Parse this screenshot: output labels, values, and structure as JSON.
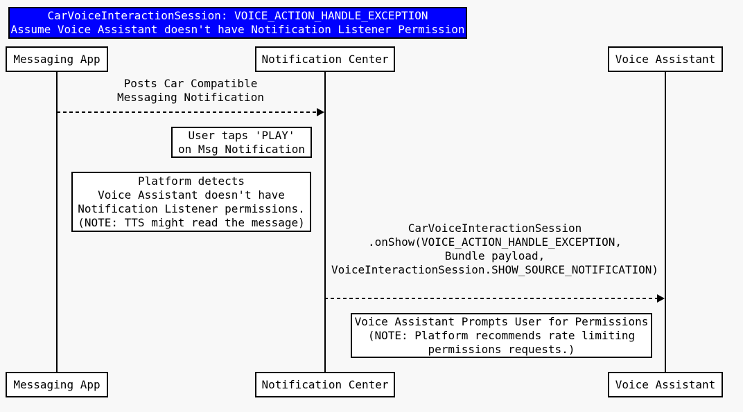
{
  "background_color": "#f8f8f8",
  "title": {
    "line1": "CarVoiceInteractionSession: VOICE_ACTION_HANDLE_EXCEPTION",
    "line2": "Assume Voice Assistant doesn't have Notification Listener Permission",
    "bg_color": "#0000ff",
    "text_color": "#ffffff"
  },
  "actors": [
    {
      "name": "Messaging App"
    },
    {
      "name": "Notification Center"
    },
    {
      "name": "Voice Assistant"
    }
  ],
  "messages": [
    {
      "from": "Messaging App",
      "to": "Notification Center",
      "line_style": "dashed",
      "label_lines": [
        "Posts Car Compatible",
        "Messaging Notification"
      ]
    },
    {
      "from": "Notification Center",
      "to": "Voice Assistant",
      "line_style": "dashed",
      "label_lines": [
        "CarVoiceInteractionSession",
        ".onShow(VOICE_ACTION_HANDLE_EXCEPTION,",
        "Bundle payload,",
        "VoiceInteractionSession.SHOW_SOURCE_NOTIFICATION)"
      ]
    }
  ],
  "notes": [
    {
      "lines": [
        "User taps 'PLAY'",
        "on Msg Notification"
      ]
    },
    {
      "lines": [
        "Platform detects",
        "Voice Assistant doesn't have",
        "Notification Listener permissions.",
        "(NOTE: TTS might read the message)"
      ]
    },
    {
      "lines": [
        "Voice Assistant Prompts User for Permissions",
        "(NOTE: Platform recommends rate limiting",
        "permissions requests.)"
      ]
    }
  ],
  "colors": {
    "line": "#000000",
    "box_bg": "#ffffff",
    "box_border": "#000000",
    "text": "#000000"
  }
}
